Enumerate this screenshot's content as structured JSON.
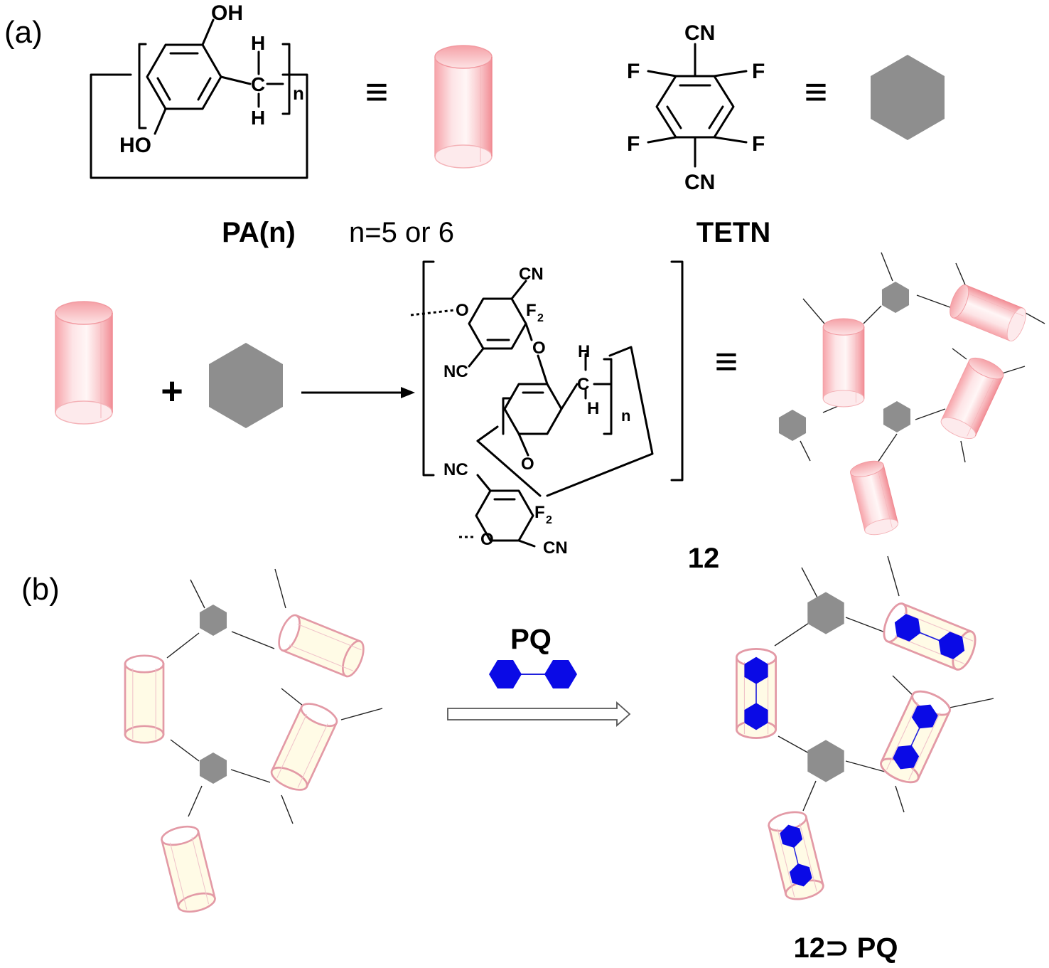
{
  "panel_a": {
    "label": "(a)",
    "pa_name": "PA(n)",
    "pa_condition": "n=5 or 6",
    "tetn_name": "TETN",
    "equiv_symbol": "≡",
    "plus_symbol": "+",
    "product_label": "12",
    "pa_atoms": {
      "oh_top": "OH",
      "oh_bottom": "HO",
      "h_top": "H",
      "c": "C",
      "h_bottom": "H",
      "n": "n"
    },
    "tetn_atoms": {
      "cn_top": "CN",
      "cn_bottom": "CN",
      "f": "F"
    },
    "polymer_atoms": {
      "cn_top": "CN",
      "f2_top": "F",
      "f2_sub": "2",
      "o_top_left": "O",
      "nc_left": "NC",
      "o_right": "O",
      "h_top": "H",
      "c": "C",
      "h_bottom": "H",
      "n": "n",
      "o_bottom": "O",
      "nc_bottom": "NC",
      "f2_bottom": "F",
      "o_bottom_left": "O",
      "cn_bottom": "CN"
    }
  },
  "panel_b": {
    "label": "(b)",
    "guest_label": "PQ",
    "complex_label": "12⊃ PQ"
  },
  "colors": {
    "cylinder": "#f2a0a6",
    "hexagon_host": "#8e8e8e",
    "hexagon_guest": "#0a0ae6",
    "tube_inner": "#fffbe6"
  },
  "icons": [
    "pillararene-cylinder",
    "tetn-hexagon",
    "paraquat-guest",
    "reaction-arrow",
    "hollow-arrow"
  ]
}
